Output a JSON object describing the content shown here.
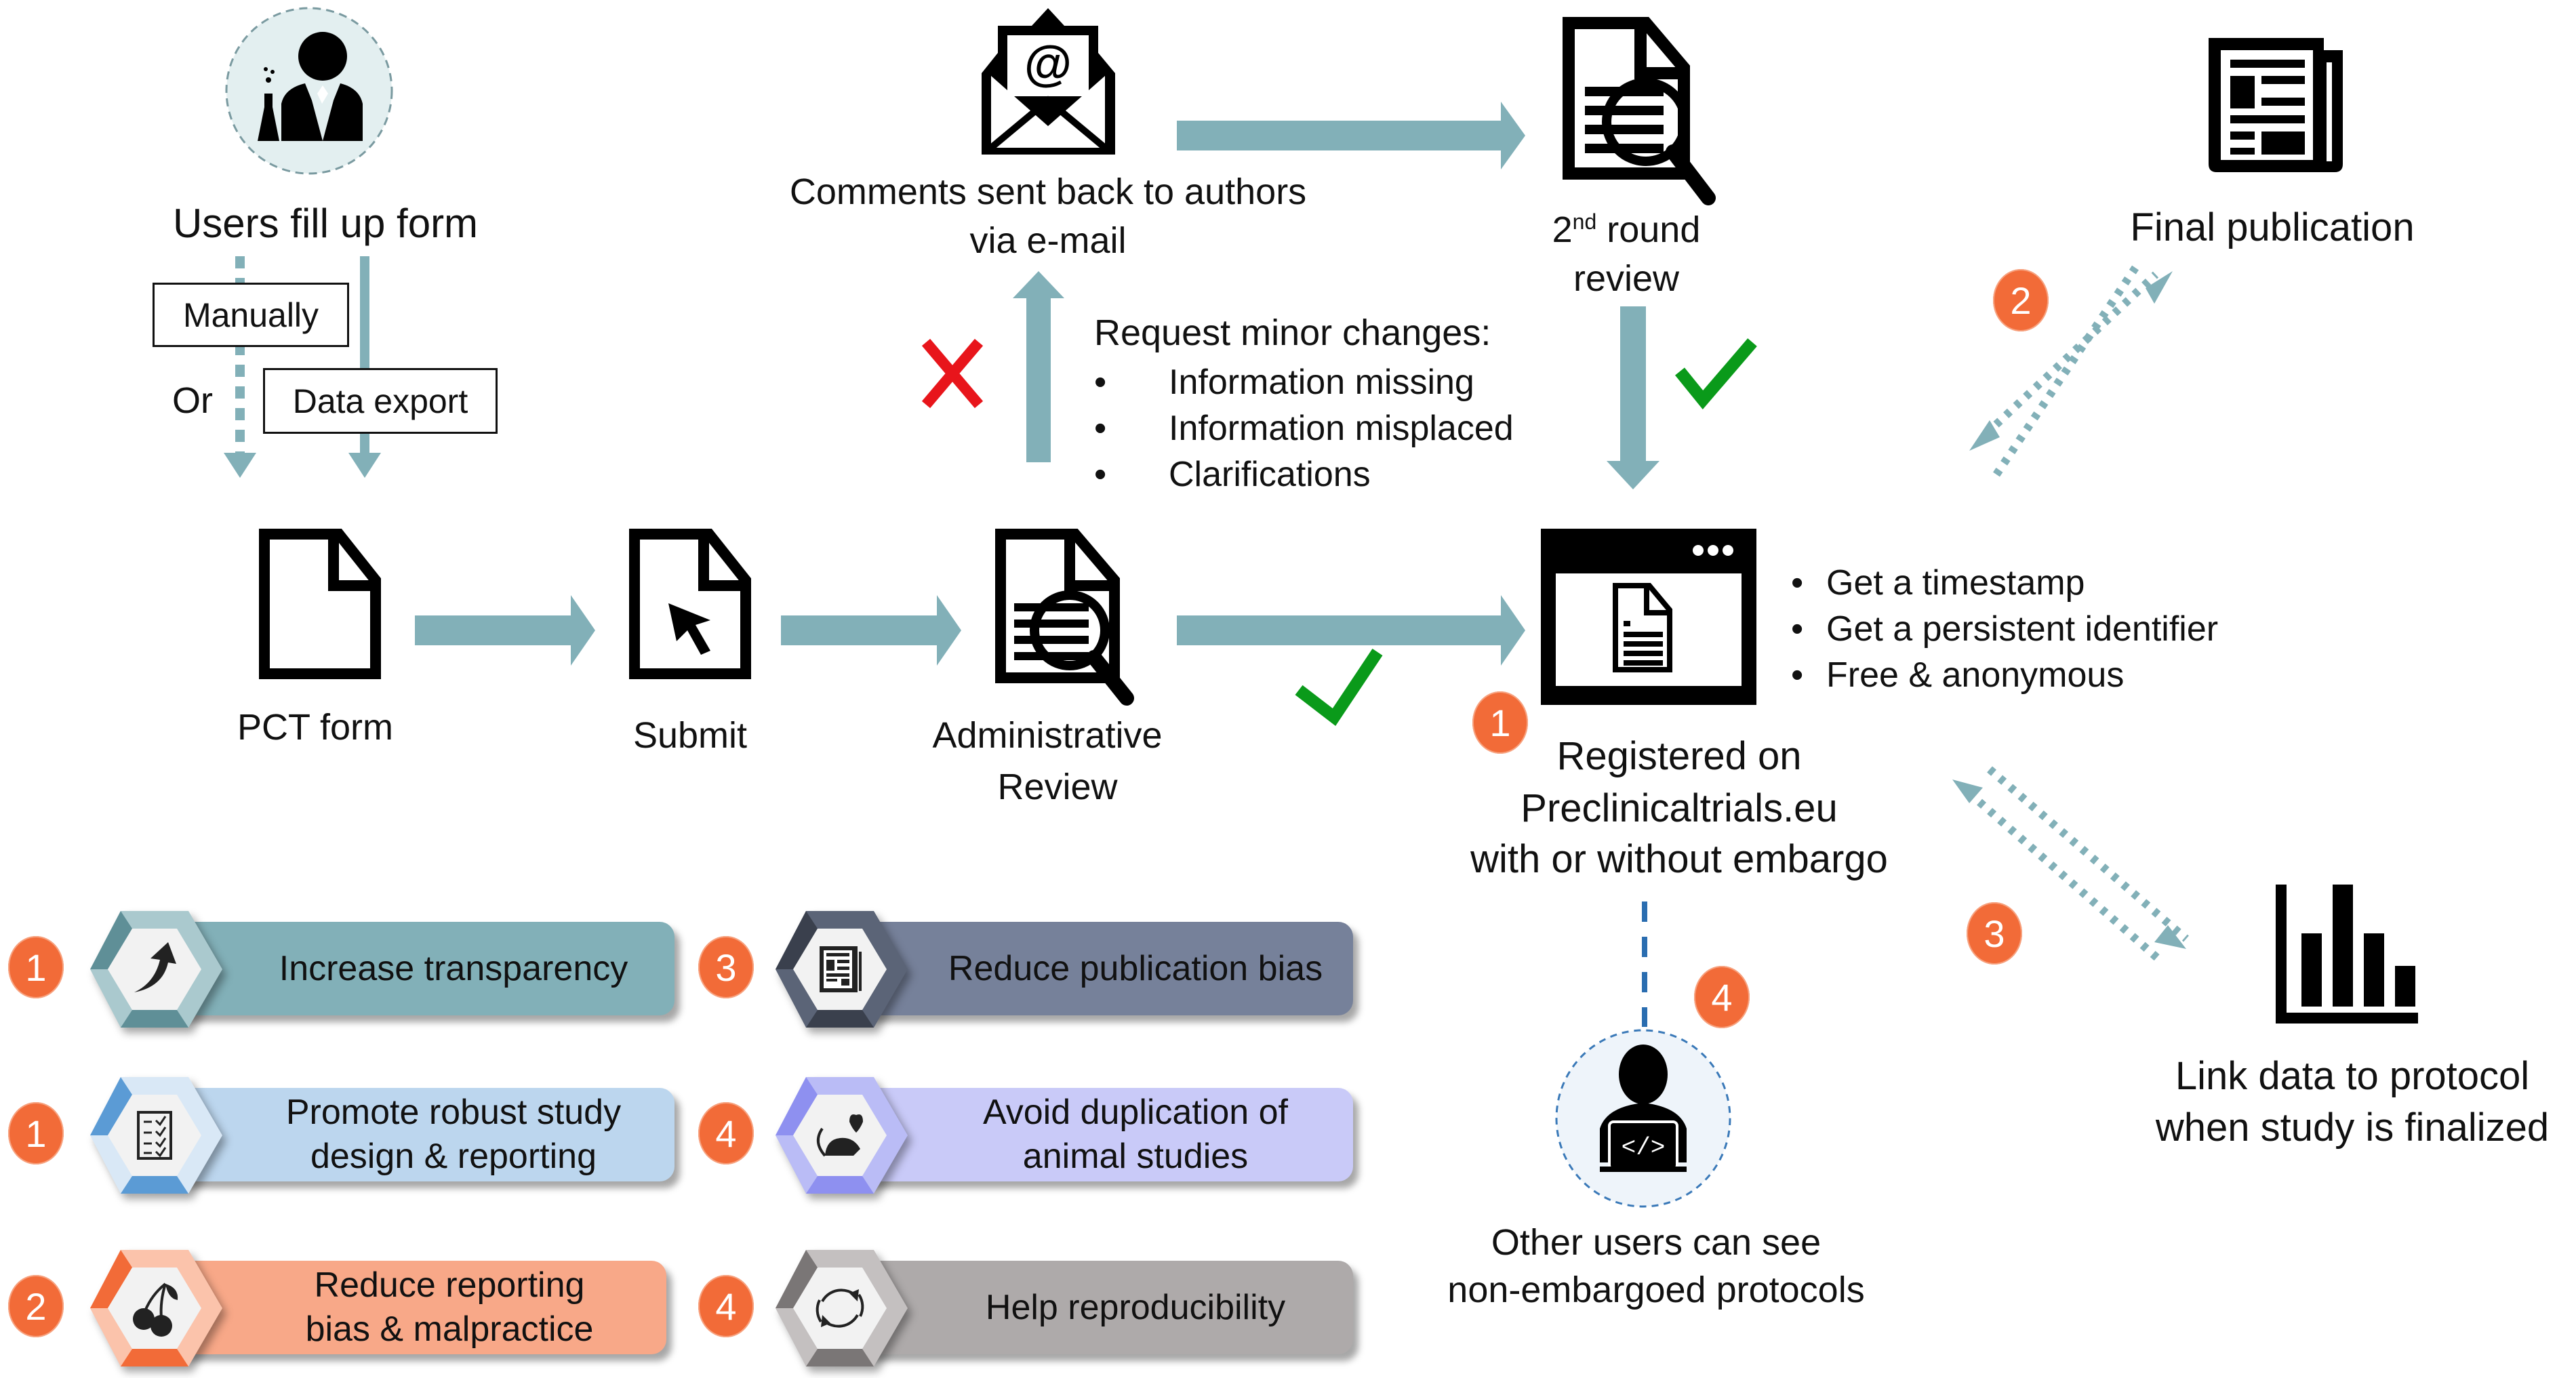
{
  "colors": {
    "arrow": "#82b0b8",
    "badge": "#f26b38",
    "check": "#0a9a1a",
    "cross": "#e8151b",
    "link_dashed": "#2a6db0",
    "pill_transparency": "#82b0b8",
    "pill_robust": "#bcd6ee",
    "pill_reporting": "#f8a888",
    "pill_publication": "#76819a",
    "pill_duplication": "#c9caf8",
    "pill_reproducibility": "#aeaaaa"
  },
  "flow": {
    "users_fill_form": "Users fill up form",
    "manually": "Manually",
    "or": "Or",
    "data_export": "Data export",
    "pct_form": "PCT form",
    "submit": "Submit",
    "admin_review_line1": "Administrative",
    "admin_review_line2": "Review",
    "comments_line1": "Comments sent back to authors",
    "comments_line2": "via e-mail",
    "second_round_sup": "nd",
    "second_round_num": "2",
    "second_round_line1_rest": " round",
    "second_round_line2": "review",
    "final_publication": "Final publication",
    "request_title": "Request minor changes:",
    "request_items": [
      "Information missing",
      "Information misplaced",
      "Clarifications"
    ],
    "registered_line1": "Registered on",
    "registered_line2": "Preclinicaltrials.eu",
    "registered_line3": "with or without embargo",
    "registry_benefits": [
      "Get a timestamp",
      "Get a persistent identifier",
      "Free & anonymous"
    ],
    "other_users_line1": "Other users can see",
    "other_users_line2": "non-embargoed protocols",
    "link_data_line1": "Link data to protocol",
    "link_data_line2": "when study is finalized",
    "badges": {
      "registered": "1",
      "final_publication": "2",
      "link_data": "3",
      "other_users": "4"
    },
    "bullet": "•"
  },
  "legend": [
    {
      "badge": "1",
      "icon": "trend-arrow-up-icon",
      "lines": [
        "Increase transparency"
      ],
      "color": "#82b0b8",
      "dark": "#5f8f97",
      "light": "#aac9ce"
    },
    {
      "badge": "1",
      "icon": "checklist-icon",
      "lines": [
        "Promote robust study",
        "design & reporting"
      ],
      "color": "#bcd6ee",
      "dark": "#5b9bd5",
      "light": "#d9e8f6"
    },
    {
      "badge": "2",
      "icon": "cherry-icon",
      "lines": [
        "Reduce reporting",
        "bias & malpractice"
      ],
      "color": "#f8a888",
      "dark": "#f26b38",
      "light": "#fbc3ab"
    },
    {
      "badge": "3",
      "icon": "newspaper-icon",
      "lines": [
        "Reduce publication bias"
      ],
      "color": "#76819a",
      "dark": "#3a404d",
      "light": "#5b6477"
    },
    {
      "badge": "4",
      "icon": "mouse-heart-icon",
      "lines": [
        "Avoid duplication of",
        "animal studies"
      ],
      "color": "#c9caf8",
      "dark": "#8e90f0",
      "light": "#babcf6"
    },
    {
      "badge": "4",
      "icon": "cycle-arrows-icon",
      "lines": [
        "Help reproducibility"
      ],
      "color": "#aeaaaa",
      "dark": "#7a7676",
      "light": "#c4c0c0"
    }
  ]
}
